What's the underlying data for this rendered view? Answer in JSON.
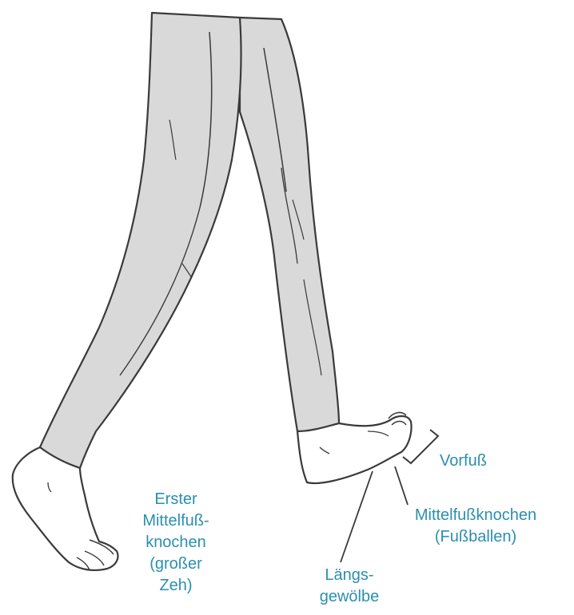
{
  "labels": {
    "erster_mittelfuss": [
      "Erster",
      "Mittelfuß-",
      "knochen",
      "(großer",
      "Zeh)"
    ],
    "laengsgewoelbe": [
      "Längs-",
      "gewölbe"
    ],
    "mittelfussknochen": [
      "Mittelfußknochen",
      "(Fußballen)"
    ],
    "vorfuss": [
      "Vorfuß"
    ]
  },
  "colors": {
    "label": "#2b8fb0",
    "outline": "#3a3a3a",
    "pants": "#d9d9d9",
    "skin": "#ffffff"
  }
}
